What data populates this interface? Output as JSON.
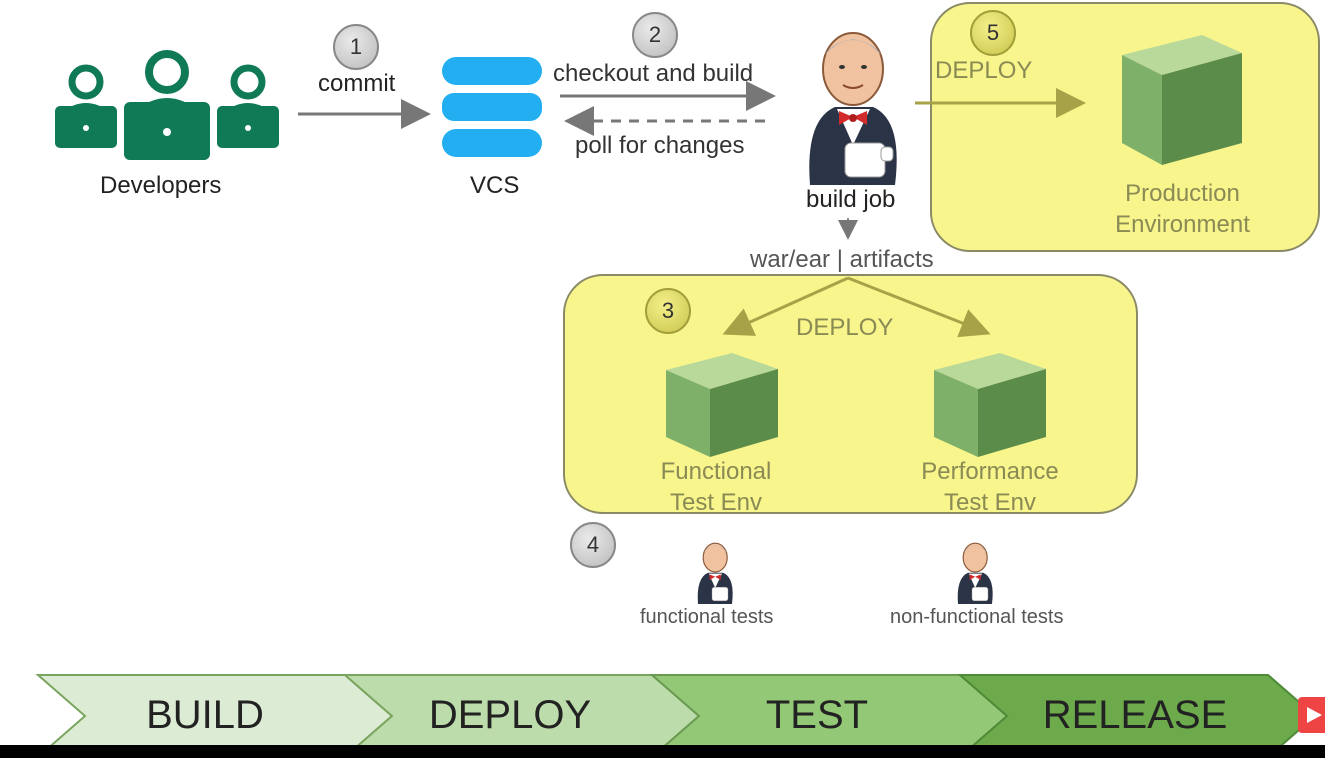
{
  "steps": {
    "s1": "1",
    "s2": "2",
    "s3": "3",
    "s4": "4",
    "s5": "5"
  },
  "labels": {
    "commit": "commit",
    "checkout": "checkout and build",
    "poll": "poll for changes",
    "developers": "Developers",
    "vcs": "VCS",
    "build_job": "build job",
    "artifacts": "war/ear | artifacts",
    "deploy_prod": "DEPLOY",
    "deploy_test": "DEPLOY",
    "prod_env_line1": "Production",
    "prod_env_line2": "Environment",
    "func_env_line1": "Functional",
    "func_env_line2": "Test Env",
    "perf_env_line1": "Performance",
    "perf_env_line2": "Test Env",
    "functional_tests": "functional tests",
    "non_functional_tests": "non-functional tests"
  },
  "pipeline": [
    "BUILD",
    "DEPLOY",
    "TEST",
    "RELEASE"
  ],
  "colors": {
    "developer_green": "#0f7a55",
    "vcs_blue": "#22aef0",
    "zone_yellow": "#f7f58b",
    "stage1": "#d9ecd1",
    "stage2": "#b9dda7",
    "stage3": "#8cc56f",
    "stage4": "#6aab4b"
  }
}
